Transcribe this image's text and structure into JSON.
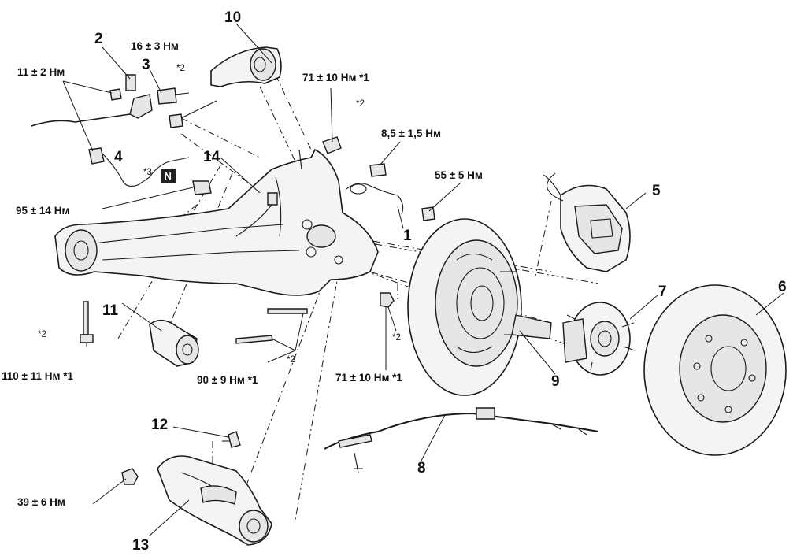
{
  "parts": [
    {
      "id": "p1",
      "number": "1"
    },
    {
      "id": "p2",
      "number": "2"
    },
    {
      "id": "p3",
      "number": "3"
    },
    {
      "id": "p4",
      "number": "4"
    },
    {
      "id": "p5",
      "number": "5"
    },
    {
      "id": "p6",
      "number": "6"
    },
    {
      "id": "p7",
      "number": "7"
    },
    {
      "id": "p8",
      "number": "8"
    },
    {
      "id": "p9",
      "number": "9"
    },
    {
      "id": "p10",
      "number": "10"
    },
    {
      "id": "p11",
      "number": "11"
    },
    {
      "id": "p12",
      "number": "12"
    },
    {
      "id": "p13",
      "number": "13"
    },
    {
      "id": "p14",
      "number": "14"
    }
  ],
  "torques": [
    {
      "id": "t1",
      "text": "16 ± 3 Нм"
    },
    {
      "id": "t2",
      "text": "11 ± 2 Нм"
    },
    {
      "id": "t3",
      "text": "71 ± 10 Нм *1"
    },
    {
      "id": "t4",
      "text": "8,5 ± 1,5 Нм"
    },
    {
      "id": "t5",
      "text": "55 ± 5 Нм"
    },
    {
      "id": "t6",
      "text": "95 ± 14 Нм"
    },
    {
      "id": "t7",
      "text": "110 ± 11 Нм *1"
    },
    {
      "id": "t8",
      "text": "90 ± 9 Нм *1"
    },
    {
      "id": "t9",
      "text": "71 ± 10 Нм *1"
    },
    {
      "id": "t10",
      "text": "39 ± 6 Нм"
    }
  ],
  "marks": [
    {
      "id": "m1",
      "text": "*2"
    },
    {
      "id": "m2",
      "text": "*2"
    },
    {
      "id": "m3",
      "text": "*3"
    },
    {
      "id": "m4",
      "text": "*2"
    },
    {
      "id": "m5",
      "text": "*2"
    },
    {
      "id": "m6",
      "text": "*2"
    }
  ],
  "badge": {
    "text": "N"
  }
}
